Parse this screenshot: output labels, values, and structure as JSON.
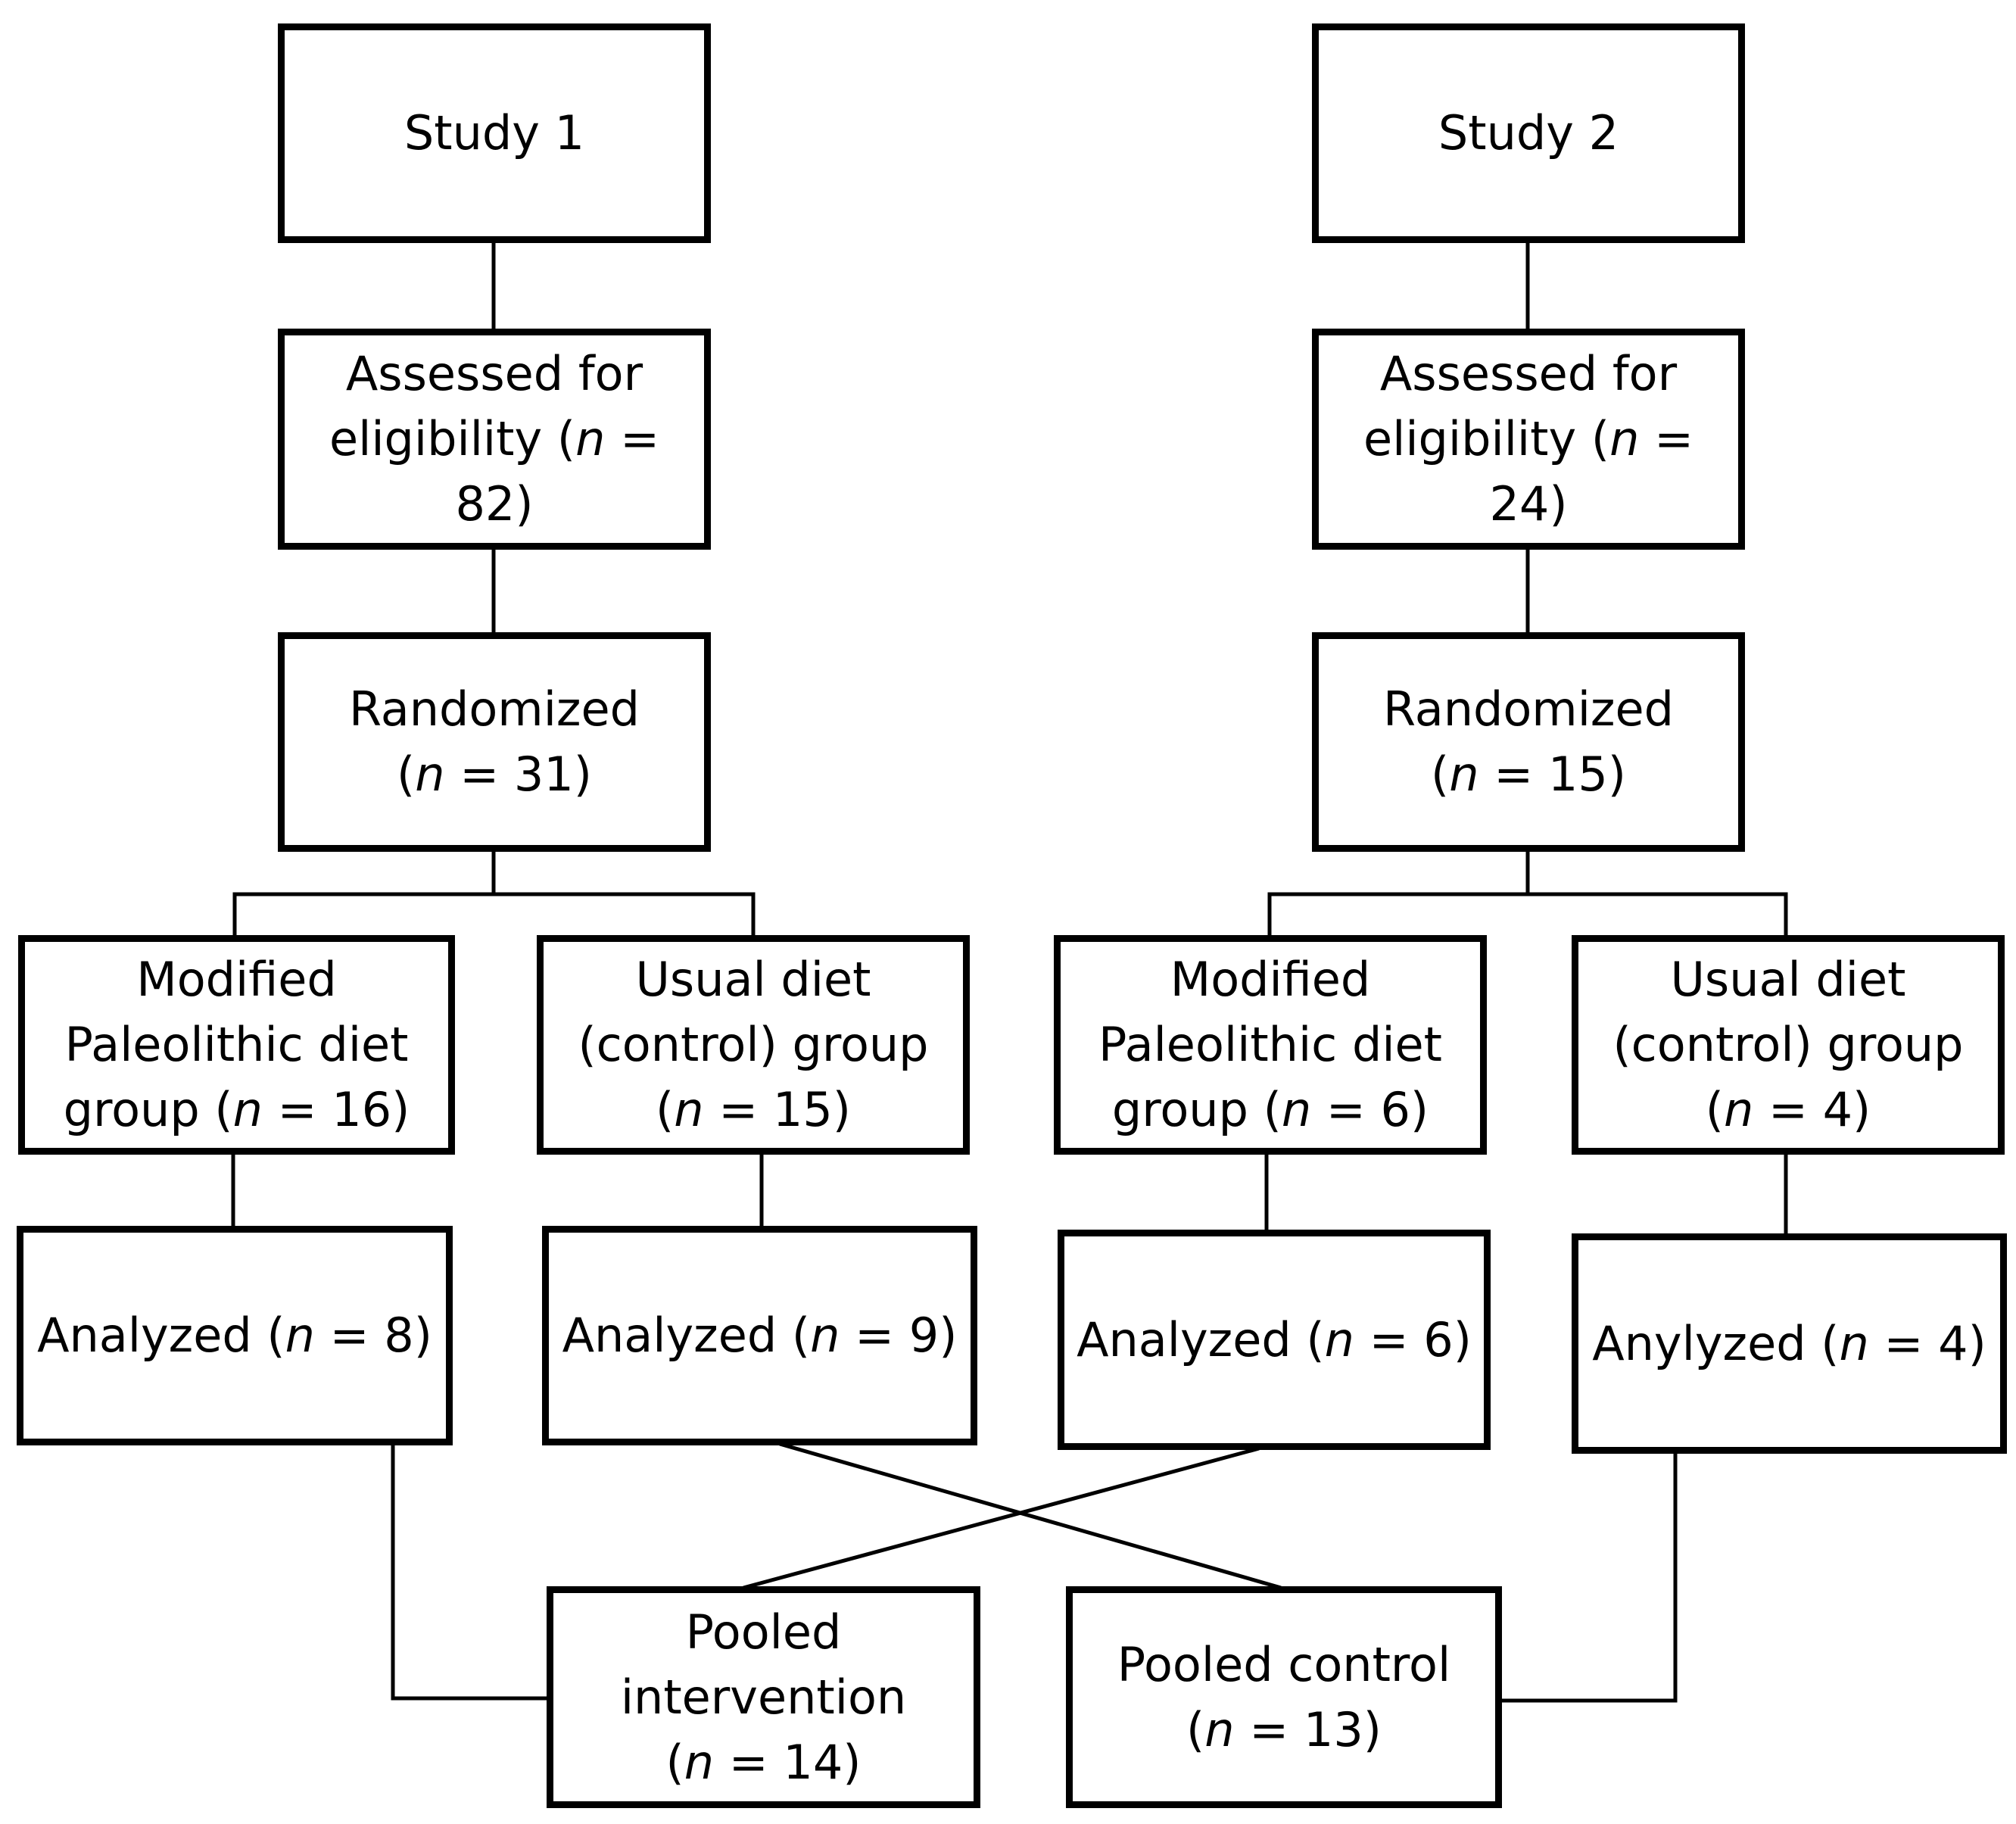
{
  "study1": {
    "title": "Study 1",
    "assessed": "Assessed for\neligibility (<i>n</i> = 82)",
    "randomized": "Randomized\n(<i>n</i> = 31)",
    "paleo_group": "Modified\nPaleolithic diet\ngroup (<i>n</i> = 16)",
    "control_group": "Usual diet\n(control) group\n(<i>n</i> = 15)",
    "paleo_analyzed": "Analyzed (<i>n</i> = 8)",
    "control_analyzed": "Analyzed (<i>n</i> = 9)"
  },
  "study2": {
    "title": "Study 2",
    "assessed": "Assessed for\neligibility (<i>n</i> = 24)",
    "randomized": "Randomized\n(<i>n</i> = 15)",
    "paleo_group": "Modified\nPaleolithic diet\ngroup (<i>n</i> = 6)",
    "control_group": "Usual diet\n(control) group\n(<i>n</i> = 4)",
    "paleo_analyzed": "Analyzed (<i>n</i> = 6)",
    "control_analyzed": "Anylyzed (<i>n</i> = 4)"
  },
  "pooled": {
    "intervention": "Pooled\nintervention\n(<i>n</i> = 14)",
    "control": "Pooled control\n(<i>n</i> = 13)"
  },
  "colors": {
    "stroke": "#000000",
    "background": "#ffffff"
  }
}
